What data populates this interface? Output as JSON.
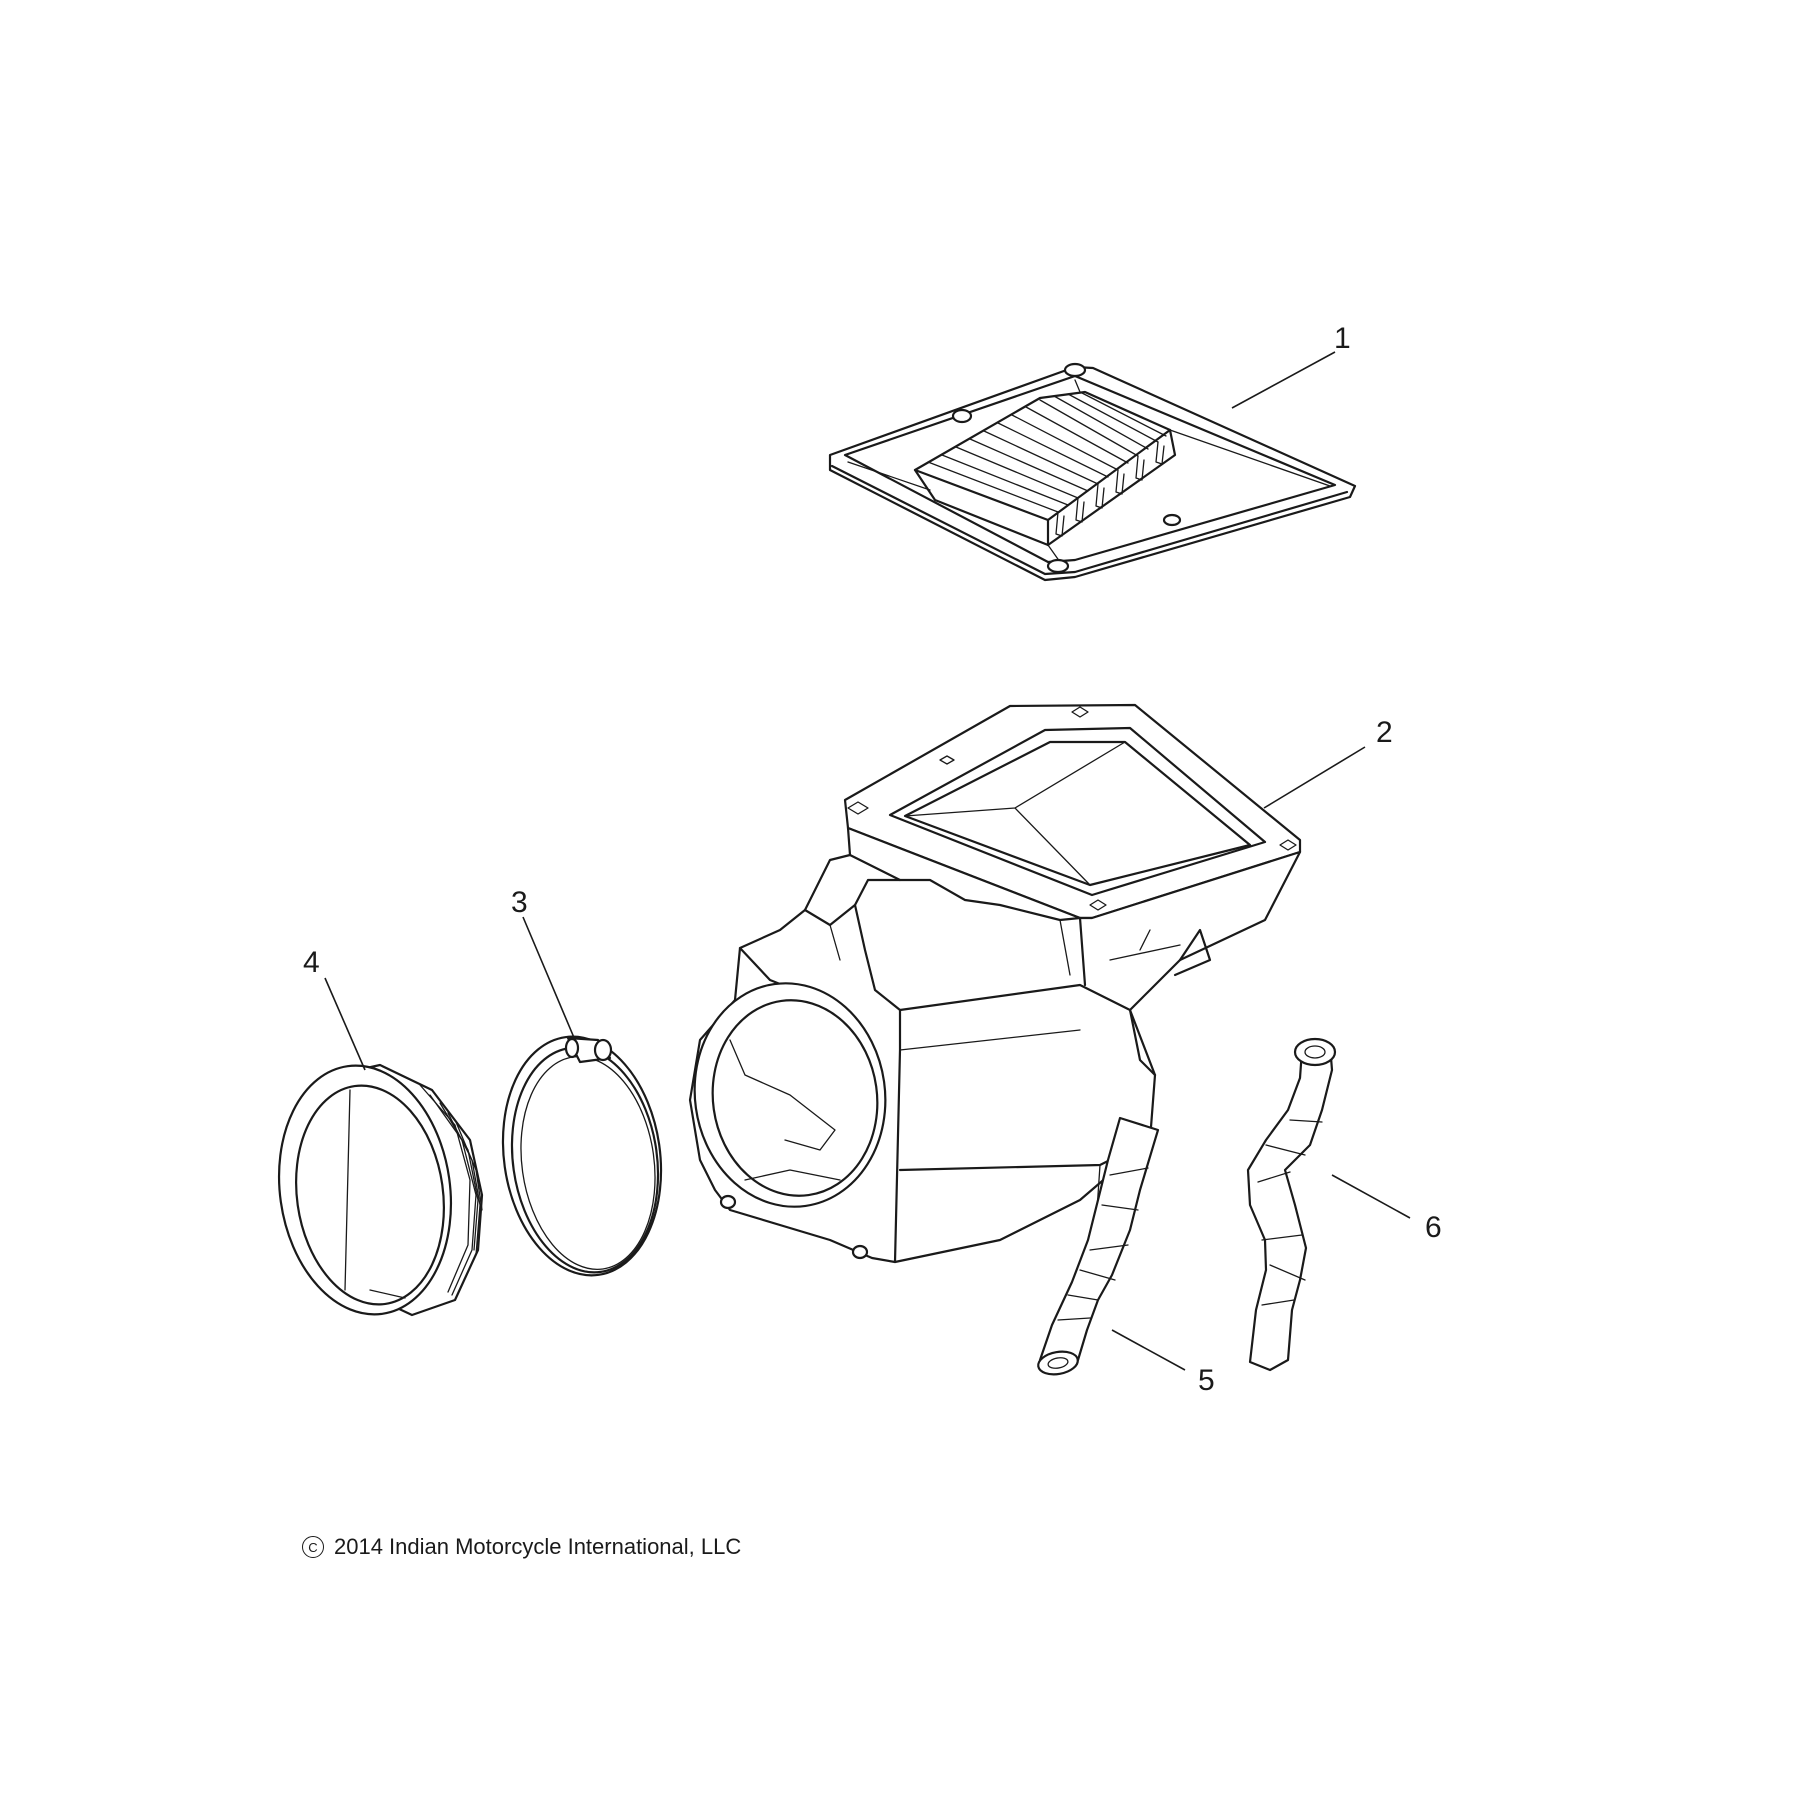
{
  "diagram": {
    "callouts": [
      {
        "id": "1",
        "label": "1",
        "part": "air-filter"
      },
      {
        "id": "2",
        "label": "2",
        "part": "airbox-housing"
      },
      {
        "id": "3",
        "label": "3",
        "part": "hose-clamp"
      },
      {
        "id": "4",
        "label": "4",
        "part": "intake-boot"
      },
      {
        "id": "5",
        "label": "5",
        "part": "drain-hose-short"
      },
      {
        "id": "6",
        "label": "6",
        "part": "drain-hose-long"
      }
    ],
    "copyright": {
      "symbol": "C",
      "text": "2014 Indian Motorcycle International, LLC"
    }
  }
}
